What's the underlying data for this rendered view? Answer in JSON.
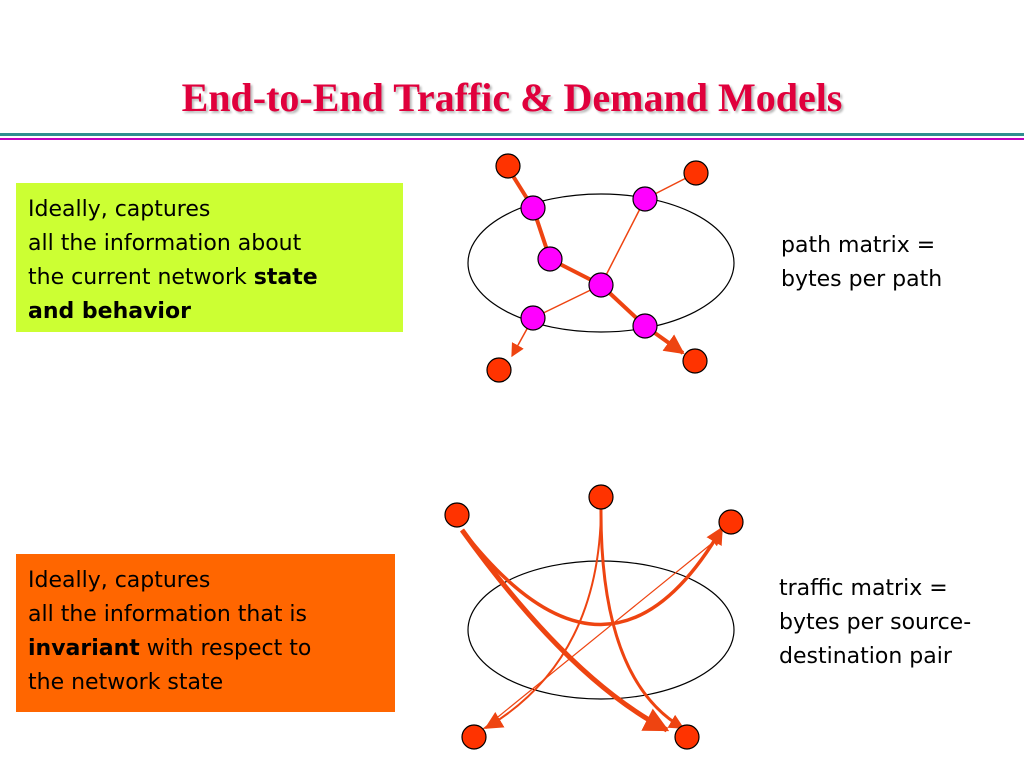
{
  "title": "End-to-End Traffic & Demand Models",
  "top_box": {
    "line1": "Ideally, captures",
    "line2": "all the information about",
    "line3_plain": "the current network ",
    "line3_bold": "state",
    "line4_bold": "and behavior"
  },
  "bottom_box": {
    "line1": "Ideally, captures",
    "line2": "all the information that is",
    "line3_bold": "invariant",
    "line3_plain": " with respect to",
    "line4": "the network state"
  },
  "path_label": {
    "line1": "path matrix =",
    "line2": "bytes per path"
  },
  "traffic_label": {
    "line1": "traffic matrix =",
    "line2": "bytes per source-",
    "line3": "destination pair"
  },
  "colors": {
    "title": "#e0003c",
    "top_box_bg": "#ccff33",
    "bottom_box_bg": "#ff6600",
    "endpoint_node": "#ff3300",
    "router_node": "#ff00ff",
    "arrow": "#ee4411"
  }
}
